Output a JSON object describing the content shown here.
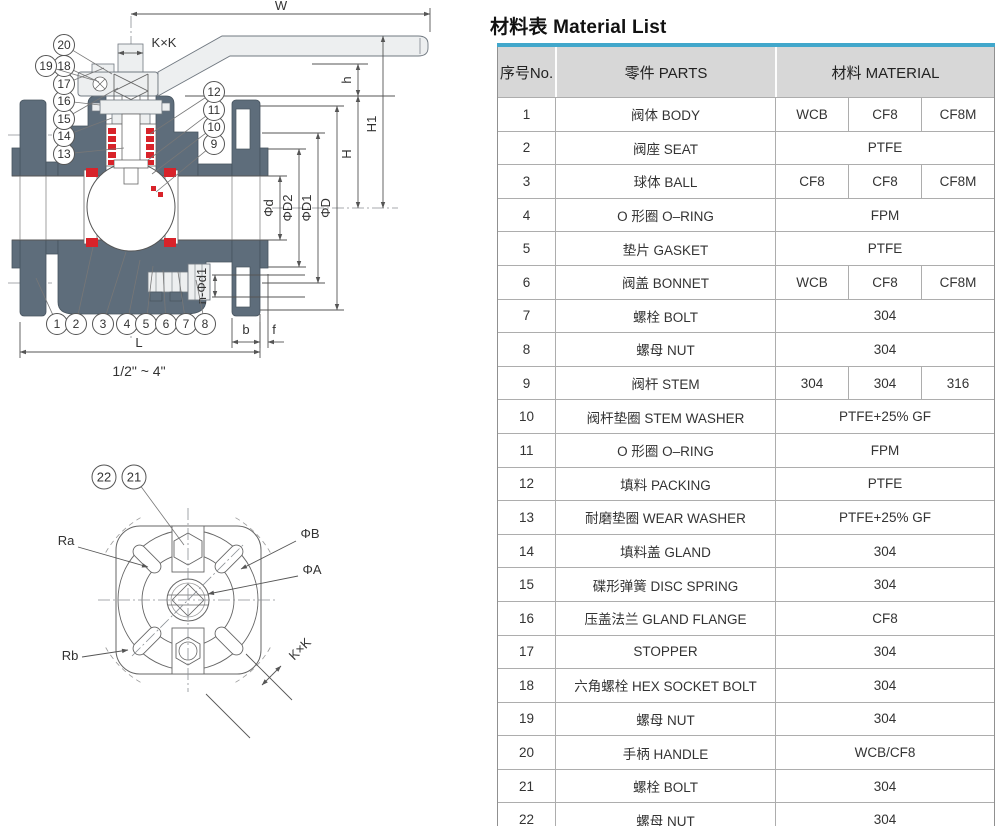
{
  "drawing": {
    "balloons": [
      "1",
      "2",
      "3",
      "4",
      "5",
      "6",
      "7",
      "8",
      "9",
      "10",
      "11",
      "12",
      "13",
      "14",
      "15",
      "16",
      "17",
      "18",
      "19",
      "20",
      "21",
      "22"
    ],
    "dims": {
      "w": "W",
      "kxk": "K×K",
      "h_small": "h",
      "h_big": "H",
      "h1": "H1",
      "phi_d": "Φd",
      "phi_d2": "ΦD2",
      "phi_d1": "ΦD1",
      "phi_big_d": "ΦD",
      "n_phi_d1": "n-Φd1",
      "b": "b",
      "f": "f",
      "l": "L",
      "size_range": "1/2\" ~ 4\"",
      "ra": "Ra",
      "rb": "Rb",
      "phi_b": "ΦB",
      "phi_a": "ΦA"
    }
  },
  "material_list": {
    "title": "材料表 Material List",
    "headers": {
      "no": "序号No.",
      "parts": "零件 PARTS",
      "material": "材料 MATERIAL"
    },
    "rows": [
      {
        "no": "1",
        "part": "阀体 BODY",
        "materials": [
          "WCB",
          "CF8",
          "CF8M"
        ]
      },
      {
        "no": "2",
        "part": "阀座 SEAT",
        "materials": [
          "PTFE"
        ]
      },
      {
        "no": "3",
        "part": "球体 BALL",
        "materials": [
          "CF8",
          "CF8",
          "CF8M"
        ]
      },
      {
        "no": "4",
        "part": "O 形圈 O–RING",
        "materials": [
          "FPM"
        ]
      },
      {
        "no": "5",
        "part": "垫片 GASKET",
        "materials": [
          "PTFE"
        ]
      },
      {
        "no": "6",
        "part": "阀盖 BONNET",
        "materials": [
          "WCB",
          "CF8",
          "CF8M"
        ]
      },
      {
        "no": "7",
        "part": "螺栓 BOLT",
        "materials": [
          "304"
        ]
      },
      {
        "no": "8",
        "part": "螺母 NUT",
        "materials": [
          "304"
        ]
      },
      {
        "no": "9",
        "part": "阀杆 STEM",
        "materials": [
          "304",
          "304",
          "316"
        ]
      },
      {
        "no": "10",
        "part": "阀杆垫圈 STEM WASHER",
        "materials": [
          "PTFE+25% GF"
        ]
      },
      {
        "no": "11",
        "part": "O 形圈 O–RING",
        "materials": [
          "FPM"
        ]
      },
      {
        "no": "12",
        "part": "填料 PACKING",
        "materials": [
          "PTFE"
        ]
      },
      {
        "no": "13",
        "part": "耐磨垫圈 WEAR WASHER",
        "materials": [
          "PTFE+25% GF"
        ]
      },
      {
        "no": "14",
        "part": "填料盖 GLAND",
        "materials": [
          "304"
        ]
      },
      {
        "no": "15",
        "part": "碟形弹簧 DISC SPRING",
        "materials": [
          "304"
        ]
      },
      {
        "no": "16",
        "part": "压盖法兰 GLAND FLANGE",
        "materials": [
          "CF8"
        ]
      },
      {
        "no": "17",
        "part": "STOPPER",
        "materials": [
          "304"
        ]
      },
      {
        "no": "18",
        "part": "六角螺栓 HEX SOCKET BOLT",
        "materials": [
          "304"
        ]
      },
      {
        "no": "19",
        "part": "螺母 NUT",
        "materials": [
          "304"
        ]
      },
      {
        "no": "20",
        "part": "手柄 HANDLE",
        "materials": [
          "WCB/CF8"
        ]
      },
      {
        "no": "21",
        "part": "螺栓 BOLT",
        "materials": [
          "304"
        ]
      },
      {
        "no": "22",
        "part": "螺母 NUT",
        "materials": [
          "304"
        ]
      }
    ]
  },
  "colors": {
    "accent_blue": "#41a7cb",
    "body_slate": "#5e6d7b",
    "seal_red": "#d8232a",
    "header_gray": "#d7d7d7"
  }
}
